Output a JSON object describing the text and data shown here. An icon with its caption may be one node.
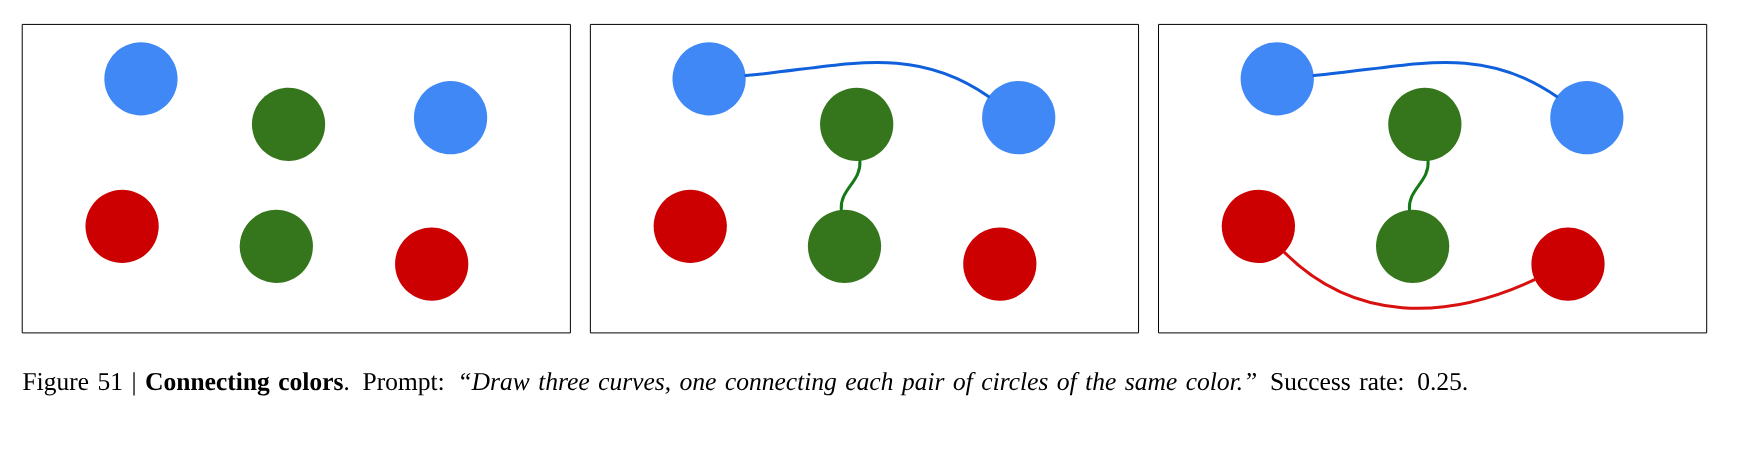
{
  "diagram": {
    "caption": "Figure 51 | **Connecting colors**. Prompt: *“Draw three curves, one connecting each pair of circles of the same color.”* Success rate: 0.25.",
    "nodes": [
      {
        "text": [],
        "shape": "box"
      },
      {
        "text": [],
        "shape": "circle",
        "in": 0
      },
      {
        "text": [],
        "shape": "circle",
        "in": 0
      },
      {
        "text": [],
        "shape": "circle",
        "in": 0
      },
      {
        "text": [],
        "shape": "circle",
        "in": 0
      },
      {
        "text": [],
        "shape": "circle",
        "in": 0
      },
      {
        "text": [],
        "shape": "circle",
        "in": 0
      },
      {
        "text": [],
        "shape": "box"
      },
      {
        "text": [],
        "shape": "circle",
        "in": 7
      },
      {
        "text": [],
        "shape": "circle",
        "in": 7
      },
      {
        "text": [],
        "shape": "circle",
        "in": 7
      },
      {
        "text": [],
        "shape": "circle",
        "in": 7
      },
      {
        "text": [],
        "shape": "circle",
        "in": 7
      },
      {
        "text": [],
        "shape": "circle",
        "in": 7
      },
      {
        "text": [],
        "shape": "box"
      },
      {
        "text": [],
        "shape": "circle",
        "in": 14
      },
      {
        "text": [],
        "shape": "circle",
        "in": 14
      },
      {
        "text": [],
        "shape": "circle",
        "in": 14
      },
      {
        "text": [],
        "shape": "circle",
        "in": 14
      },
      {
        "text": [],
        "shape": "circle",
        "in": 14
      },
      {
        "text": [],
        "shape": "circle",
        "in": 14
      }
    ],
    "edges": [
      {
        "from": 8,
        "to": 10,
        "arrow": "none",
        "color": "#1060dc"
      },
      {
        "from": 9,
        "to": 12,
        "arrow": "none",
        "color": "#157a15"
      },
      {
        "from": 15,
        "to": 17,
        "arrow": "none",
        "color": "#1060dc"
      },
      {
        "from": 16,
        "to": 19,
        "arrow": "none",
        "color": "#157a15"
      },
      {
        "from": 18,
        "to": 20,
        "arrow": "none",
        "color": "#d81010"
      }
    ]
  }
}
